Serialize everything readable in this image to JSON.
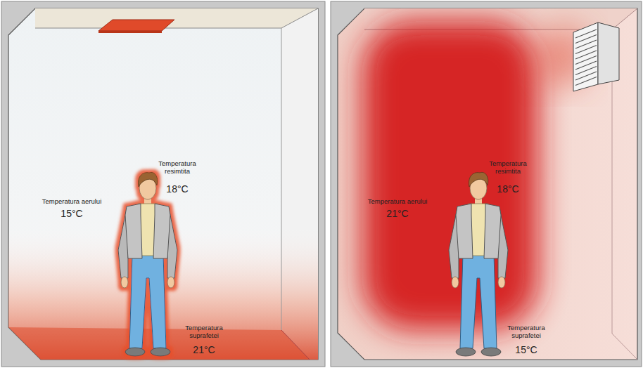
{
  "diagram": {
    "labels": [
      "Temperatura resimtita",
      "18°C",
      "Temperatura aerului",
      "15°C",
      "Temperatura suprafetei",
      "21°C",
      "Temperatura resimtita",
      "18°C",
      "Temperatura aerului",
      "21°C",
      "Temperatura suprafetei",
      "15°C"
    ]
  }
}
